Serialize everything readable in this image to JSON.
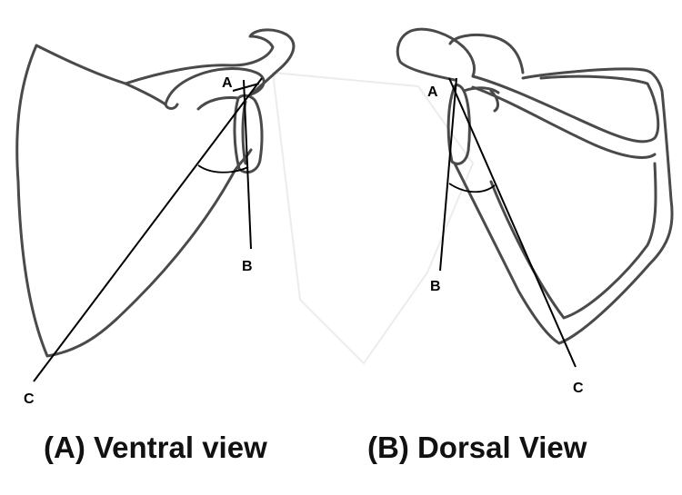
{
  "ventral": {
    "point_a": "A",
    "point_b": "B",
    "point_c": "C",
    "caption": "(A) Ventral view"
  },
  "dorsal": {
    "point_a": "A",
    "point_b": "B",
    "point_c": "C",
    "caption": "(B) Dorsal View"
  },
  "colors": {
    "outline": "#4a4a4a",
    "lines": "#000000",
    "text": "#111111"
  }
}
